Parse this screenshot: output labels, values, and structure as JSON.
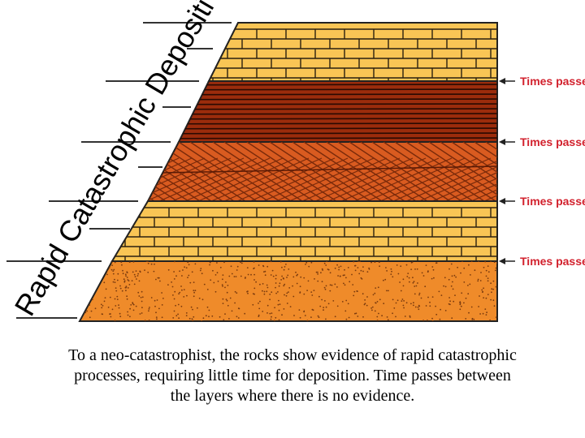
{
  "diagram": {
    "title": "Rapid Catastrophic Deposition",
    "time_label": "Times passes",
    "layers": [
      {
        "name": "sandstone-top",
        "color": "#f9c555",
        "pattern": "brick"
      },
      {
        "name": "shale-dark",
        "color": "#9b2c0c",
        "pattern": "stripes"
      },
      {
        "name": "cross-bedded",
        "color": "#d95b20",
        "pattern": "cross-bedding"
      },
      {
        "name": "sandstone-middle",
        "color": "#f9c555",
        "pattern": "brick"
      },
      {
        "name": "conglomerate-bottom",
        "color": "#ef8b2a",
        "pattern": "speckled"
      }
    ],
    "accent_color": "#d2212d"
  },
  "caption": {
    "lines": [
      "To a neo-catastrophist, the rocks show evidence of rapid catastrophic",
      "processes, requiring little time for deposition.  Time passes between",
      "the layers where there is no evidence."
    ]
  }
}
